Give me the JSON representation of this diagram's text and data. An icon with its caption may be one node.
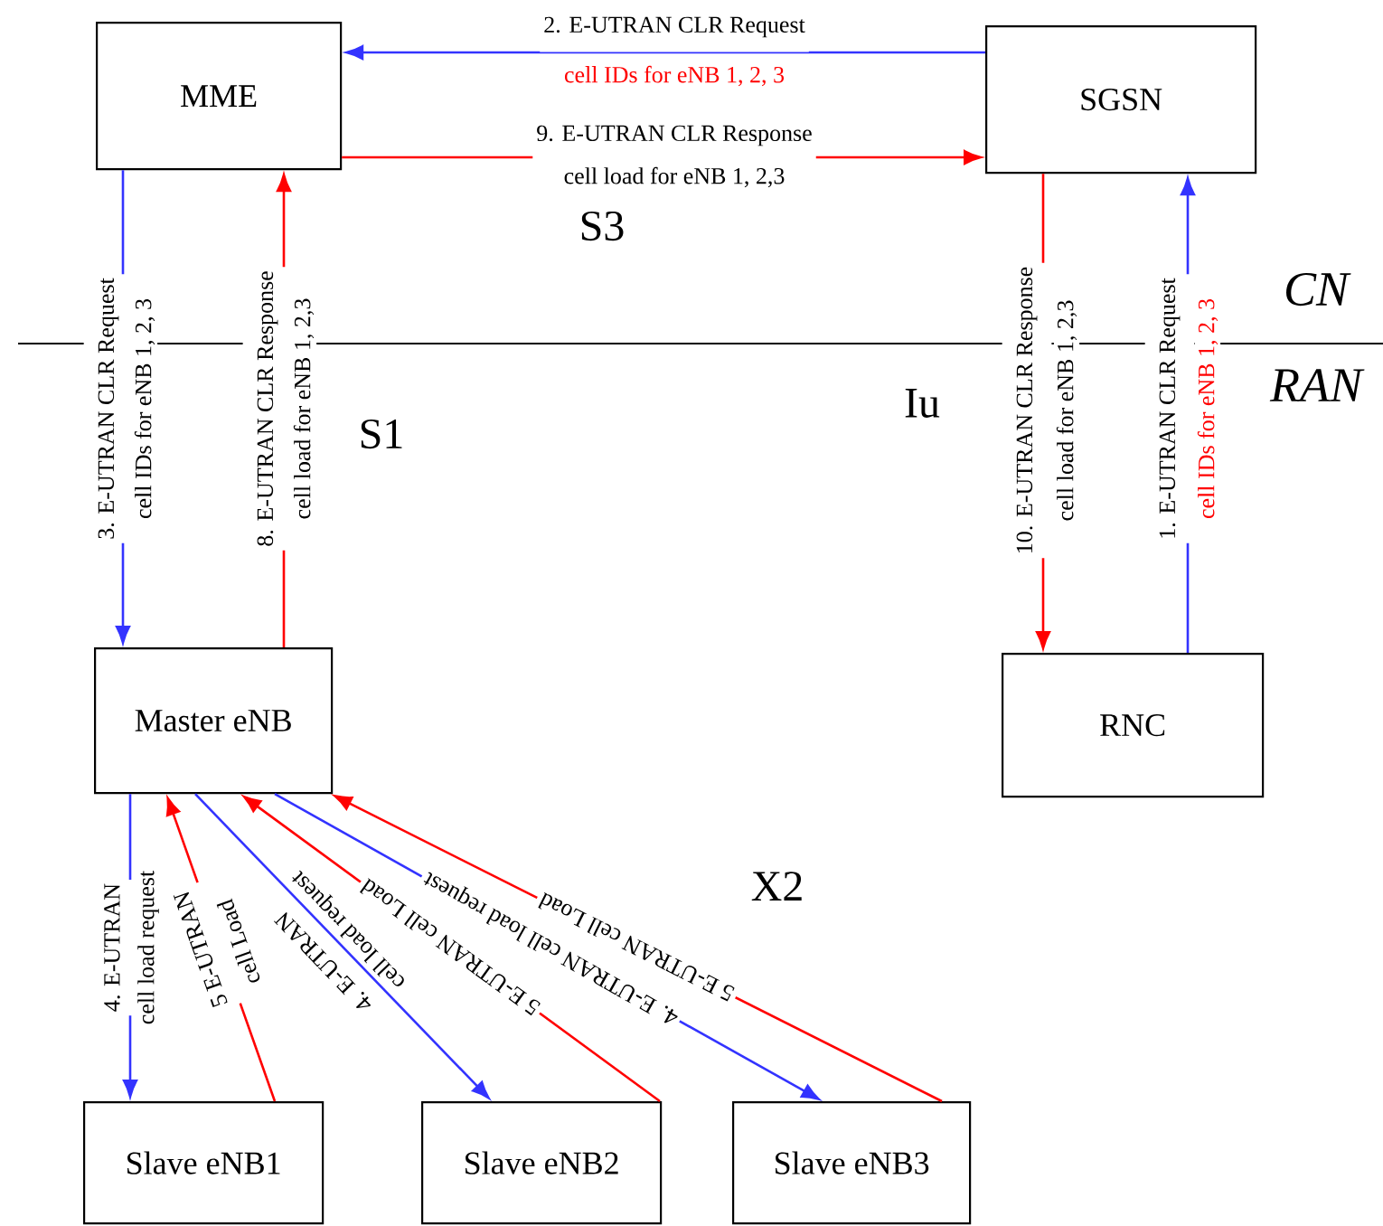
{
  "diagram": {
    "nodes": [
      {
        "text": [
          "MME"
        ]
      },
      {
        "text": [
          "SGSN"
        ]
      },
      {
        "text": [
          "Master eNB"
        ]
      },
      {
        "text": [
          "RNC"
        ]
      },
      {
        "text": [
          "Slave eNB1"
        ]
      },
      {
        "text": [
          "Slave eNB2"
        ]
      },
      {
        "text": [
          "Slave eNB3"
        ]
      }
    ],
    "edges": [
      {
        "from": 1,
        "to": 0,
        "arrow": "to",
        "color": "#3333ff",
        "label": "2. E-UTRAN CLR Request"
      },
      {
        "from": 0,
        "to": 1,
        "arrow": "to",
        "color": "#ff0000",
        "label": "9. E-UTRAN CLR Response"
      },
      {
        "from": 0,
        "to": 2,
        "arrow": "to",
        "color": "#3333ff",
        "label": "3. E-UTRAN CLR Request"
      },
      {
        "from": 2,
        "to": 0,
        "arrow": "to",
        "color": "#ff0000",
        "label": "8. E-UTRAN CLR Response"
      },
      {
        "from": 1,
        "to": 3,
        "arrow": "to",
        "color": "#ff0000",
        "label": "10. E-UTRAN CLR Response"
      },
      {
        "from": 3,
        "to": 1,
        "arrow": "to",
        "color": "#3333ff",
        "label": "1. E-UTRAN CLR Request"
      },
      {
        "from": 2,
        "to": 4,
        "arrow": "to",
        "color": "#3333ff",
        "label": "4. E-UTRAN"
      },
      {
        "from": 4,
        "to": 2,
        "arrow": "to",
        "color": "#ff0000",
        "label": "5 E-UTRAN"
      },
      {
        "from": 2,
        "to": 5,
        "arrow": "to",
        "color": "#3333ff",
        "label": "4. E-UTRAN"
      },
      {
        "from": 5,
        "to": 2,
        "arrow": "to",
        "color": "#ff0000",
        "label": "5 E-UTRAN cell Load"
      },
      {
        "from": 2,
        "to": 6,
        "arrow": "to",
        "color": "#3333ff",
        "label": "4. E-UTRAN cell load request"
      },
      {
        "from": 6,
        "to": 2,
        "arrow": "to",
        "color": "#ff0000",
        "label": "5 E-UTRAN cell Load"
      }
    ],
    "labels": [
      "cell IDs for eNB 1, 2, 3",
      "cell load for eNB 1, 2,3",
      "S3",
      "cell IDs for eNB 1, 2, 3",
      "cell load for eNB 1, 2,3",
      "cell load for eNB 1, 2,3",
      "cell IDs for eNB 1, 2, 3",
      "CN",
      "RAN",
      "S1",
      "Iu",
      "X2",
      "cell load request",
      "cell Load",
      "cell load request"
    ]
  }
}
